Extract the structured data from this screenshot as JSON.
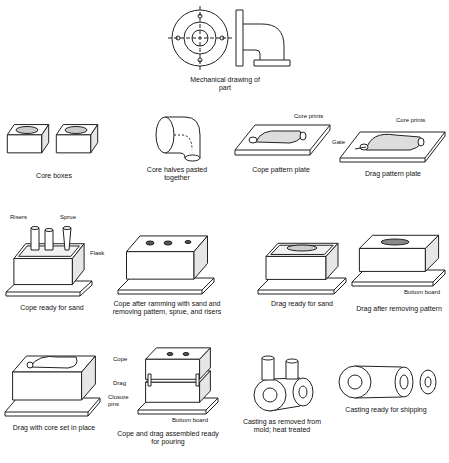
{
  "diagram": {
    "labels": [
      "Mechanical drawing of part",
      "Core boxes",
      "Core halves pasted together",
      "Cope pattern plate",
      "Core prints",
      "Drag pattern plate",
      "Core prints",
      "Gate",
      "Cope ready for sand",
      "Risers",
      "Sprue",
      "Flask",
      "Cope after ramming with sand and removing pattern, sprue, and risers",
      "Drag ready for sand",
      "Drag after removing pattern",
      "Bottom board",
      "Drag with core set in place",
      "Cope",
      "Drag",
      "Closure pins",
      "Bottom board",
      "Cope and drag assembled ready for pouring",
      "Casting as removed from mold; heat treated",
      "Casting ready for shipping"
    ]
  }
}
